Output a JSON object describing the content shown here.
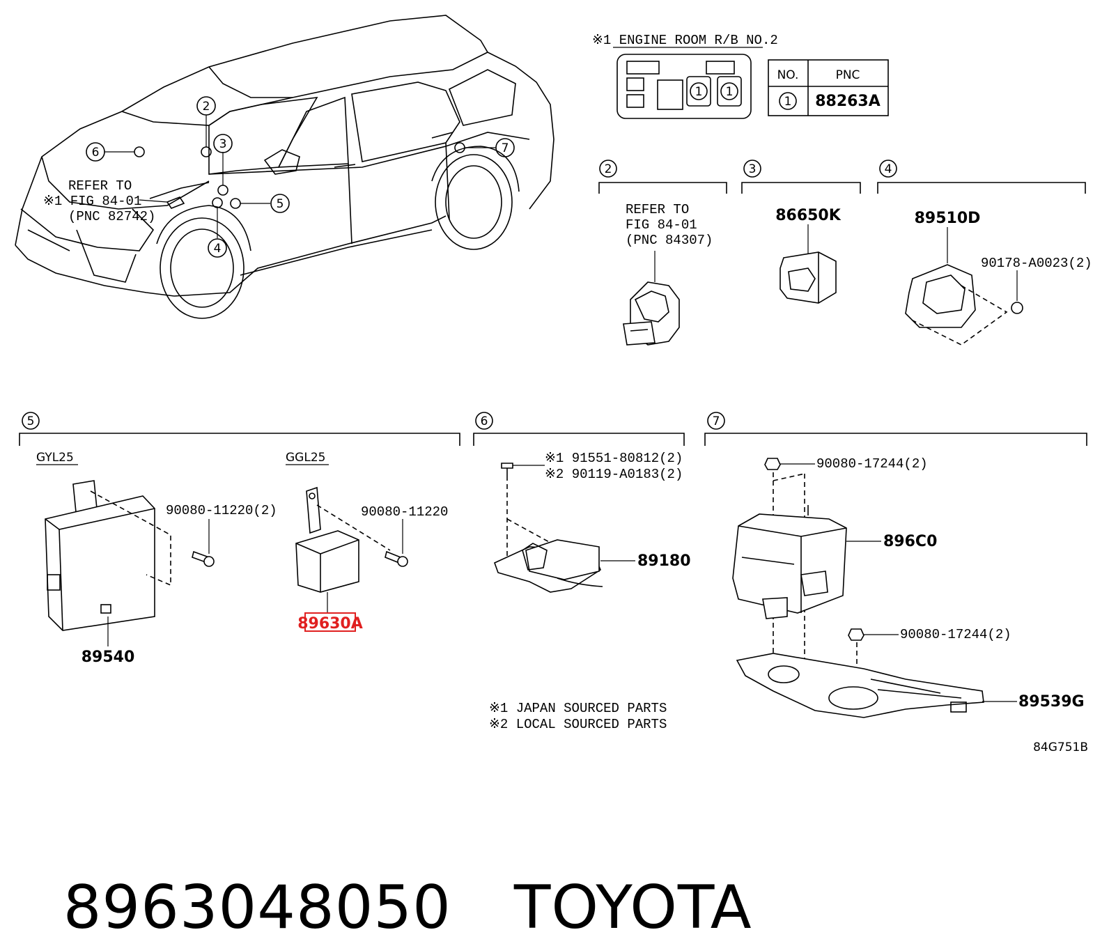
{
  "engine_room": {
    "title": "※1 ENGINE ROOM R/B NO.2",
    "relay_label": "1",
    "table_headers": [
      "NO.",
      "PNC"
    ],
    "table_rows": [
      {
        "no": "1",
        "pnc": "88263A"
      }
    ]
  },
  "callouts": [
    "2",
    "3",
    "4",
    "5",
    "6",
    "7"
  ],
  "car_refer": {
    "line1": "REFER TO",
    "line2": "※1 FIG 84-01",
    "line3": "(PNC 82742)"
  },
  "section2": {
    "number": "2",
    "refer1": "REFER TO",
    "refer2": "FIG 84-01",
    "refer3": "(PNC 84307)"
  },
  "section3": {
    "number": "3",
    "part": "86650K"
  },
  "section4": {
    "number": "4",
    "part": "89510D",
    "bolt": "90178-A0023(2)"
  },
  "section5": {
    "number": "5",
    "variant_a": "GYL25",
    "variant_b": "GGL25",
    "bolt_a": "90080-11220(2)",
    "bolt_b": "90080-11220",
    "part_a": "89540",
    "part_b": "89630A"
  },
  "section6": {
    "number": "6",
    "bolt1": "※1 91551-80812(2)",
    "bolt2": "※2 90119-A0183(2)",
    "part": "89180"
  },
  "section7": {
    "number": "7",
    "nut_top": "90080-17244(2)",
    "part_ecu": "896C0",
    "nut_bottom": "90080-17244(2)",
    "part_bracket": "89539G"
  },
  "notes": {
    "note1": "※1 JAPAN SOURCED PARTS",
    "note2": "※2 LOCAL SOURCED PARTS"
  },
  "figure_code": "84G751B",
  "footer": {
    "part_number": "8963048050",
    "brand": "TOYOTA"
  },
  "colors": {
    "highlight": "#e02020",
    "ink": "#000000"
  }
}
